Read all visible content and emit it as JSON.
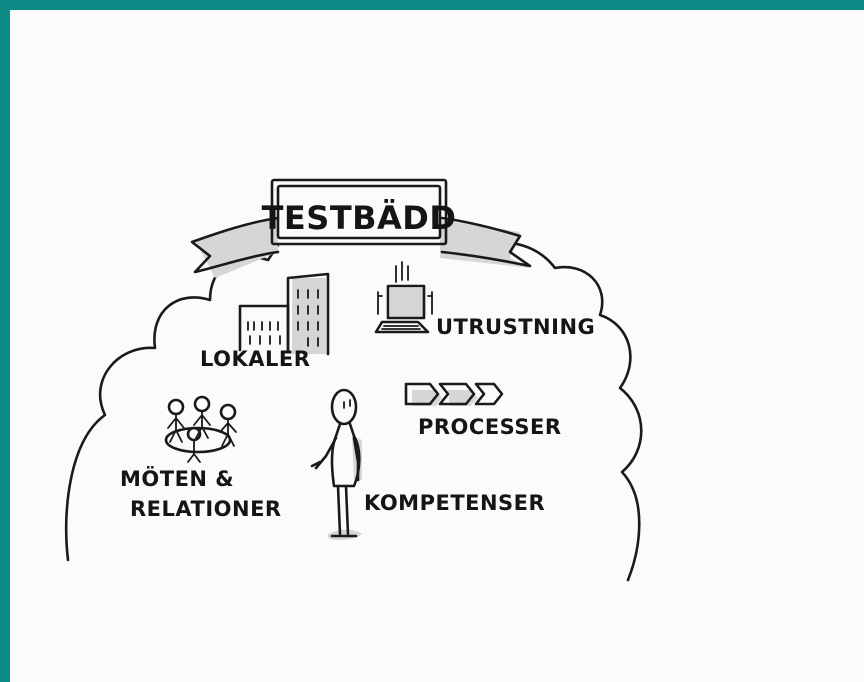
{
  "title": "TESTBÄDD",
  "labels": {
    "lokaler": "LOKALER",
    "utrustning": "UTRUSTNING",
    "processer": "PROCESSER",
    "moten_line1": "MÖTEN &",
    "moten_line2": "RELATIONER",
    "kompetenser": "KOMPETENSER"
  },
  "icons": [
    "banner-icon",
    "buildings-icon",
    "laptop-icon",
    "process-arrows-icon",
    "people-meeting-icon",
    "person-icon"
  ],
  "colors": {
    "frame": "#0e8a86",
    "paper": "#fbfbf9",
    "ink": "#1a1a1a"
  }
}
